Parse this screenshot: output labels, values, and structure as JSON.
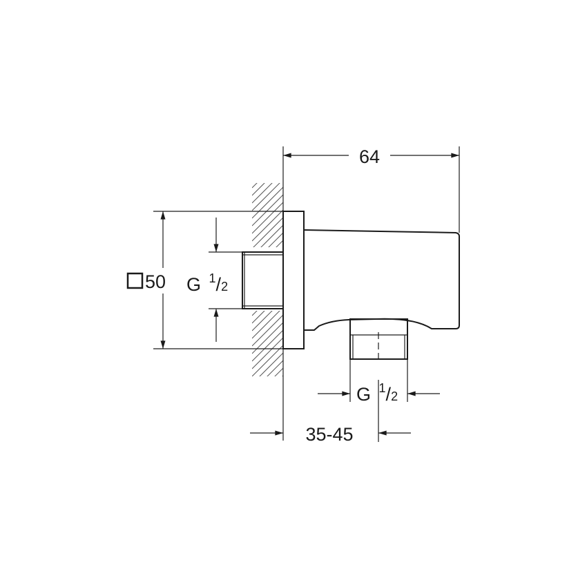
{
  "drawing": {
    "dim_width": "64",
    "dim_square_symbol": "square",
    "dim_flange": "50",
    "thread_inlet": {
      "letter": "G",
      "num": "1",
      "den": "2"
    },
    "thread_outlet": {
      "letter": "G",
      "num": "1",
      "den": "2"
    },
    "dim_depth": "35-45",
    "line_color": "#1a1a1a"
  }
}
